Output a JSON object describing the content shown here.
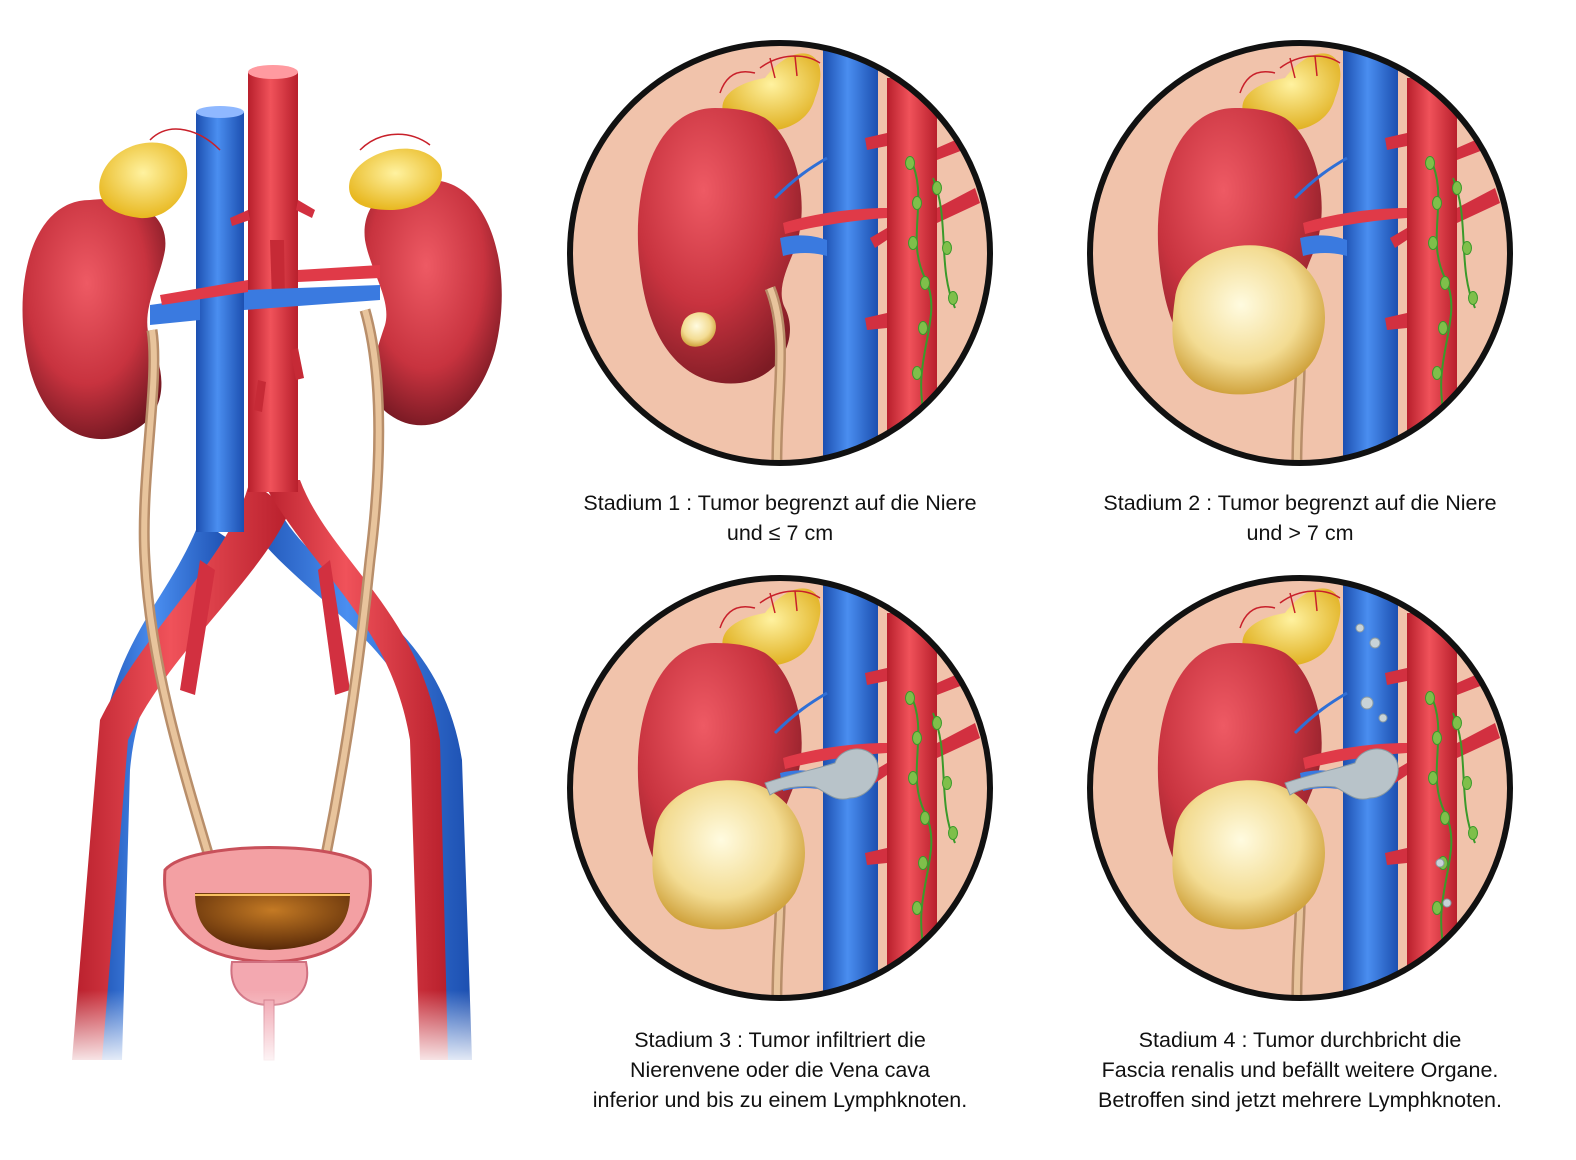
{
  "colors": {
    "artery": "#e33a45",
    "vein": "#2f6fd6",
    "kidney": "#c8333f",
    "kidney_dark": "#7d1b24",
    "adrenal": "#f2d24a",
    "tumor": "#f3dc93",
    "ureter": "#d8b48c",
    "lymph": "#3a9a2a",
    "tissue": "#f1c3ab",
    "bladder": "#f08a8e",
    "urine": "#a8641a",
    "thrombus": "#b8c3c9"
  },
  "stages": [
    {
      "lines": [
        "Stadium 1 : Tumor begrenzt auf die Niere",
        "und ≤ 7 cm"
      ],
      "tumor_size": "small",
      "vein_invasion": false,
      "metastases": false
    },
    {
      "lines": [
        "Stadium 2 : Tumor begrenzt auf die Niere",
        "und > 7 cm"
      ],
      "tumor_size": "large",
      "vein_invasion": false,
      "metastases": false
    },
    {
      "lines": [
        "Stadium 3 : Tumor infiltriert die",
        "Nierenvene oder die Vena cava",
        "inferior und bis zu einem Lymphknoten."
      ],
      "tumor_size": "large",
      "vein_invasion": true,
      "metastases": false
    },
    {
      "lines": [
        "Stadium 4 : Tumor durchbricht die",
        "Fascia renalis und befällt weitere Organe.",
        "Betroffen sind jetzt mehrere Lymphknoten."
      ],
      "tumor_size": "large",
      "vein_invasion": true,
      "metastases": true
    }
  ]
}
